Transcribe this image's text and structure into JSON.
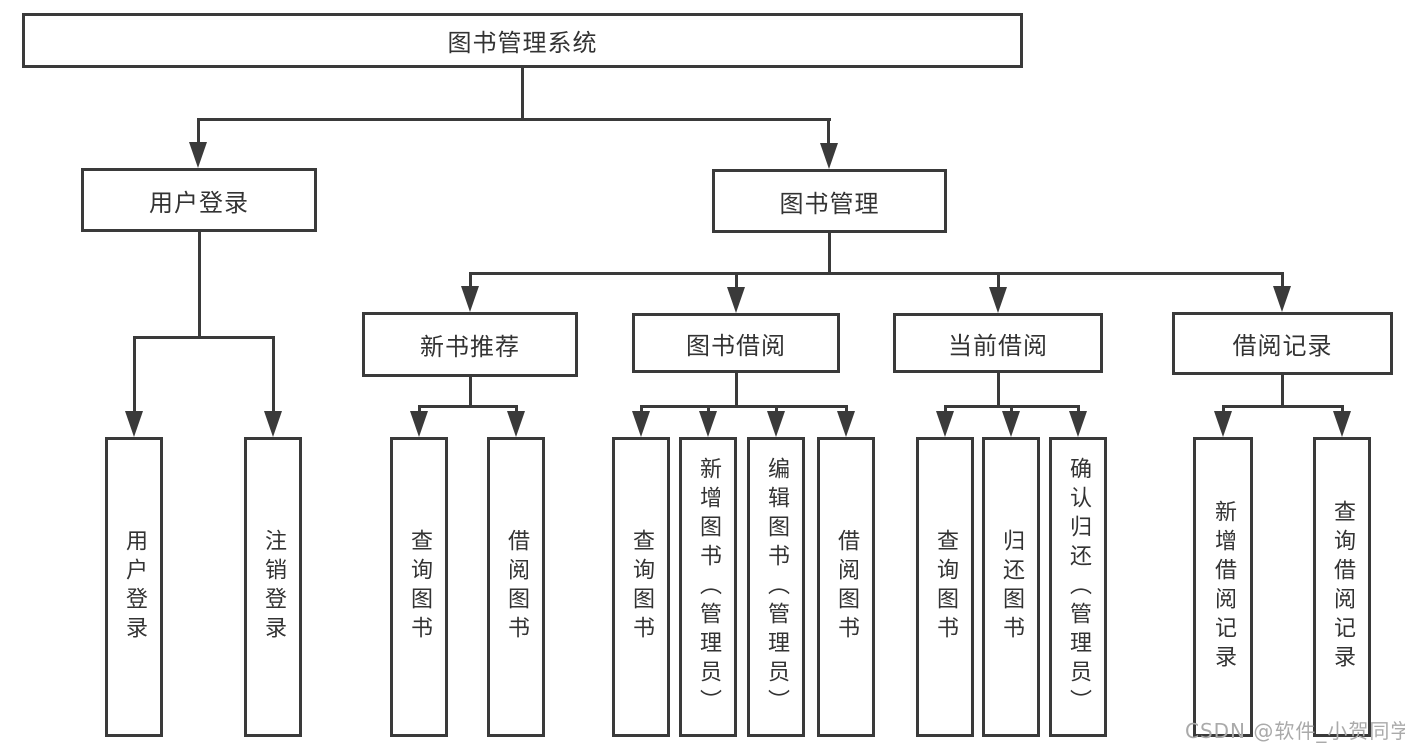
{
  "diagram": {
    "root": {
      "label": "图书管理系统"
    },
    "branches": [
      {
        "label": "用户登录",
        "children": [
          {
            "label": "用户登录"
          },
          {
            "label": "注销登录"
          }
        ]
      },
      {
        "label": "图书管理",
        "children": [
          {
            "label": "新书推荐",
            "children": [
              {
                "label": "查询图书"
              },
              {
                "label": "借阅图书"
              }
            ]
          },
          {
            "label": "图书借阅",
            "children": [
              {
                "label": "查询图书"
              },
              {
                "label": "新增图书（管理员）"
              },
              {
                "label": "编辑图书（管理员）"
              },
              {
                "label": "借阅图书"
              }
            ]
          },
          {
            "label": "当前借阅",
            "children": [
              {
                "label": "查询图书"
              },
              {
                "label": "归还图书"
              },
              {
                "label": "确认归还（管理员）"
              }
            ]
          },
          {
            "label": "借阅记录",
            "children": [
              {
                "label": "新增借阅记录"
              },
              {
                "label": "查询借阅记录"
              }
            ]
          }
        ]
      }
    ]
  },
  "watermark": {
    "text": "CSDN @软件_小贺同学"
  },
  "colors": {
    "line": "#3a3a3a",
    "text": "#333333",
    "watermark": "#aaaaaa",
    "background": "#ffffff"
  }
}
